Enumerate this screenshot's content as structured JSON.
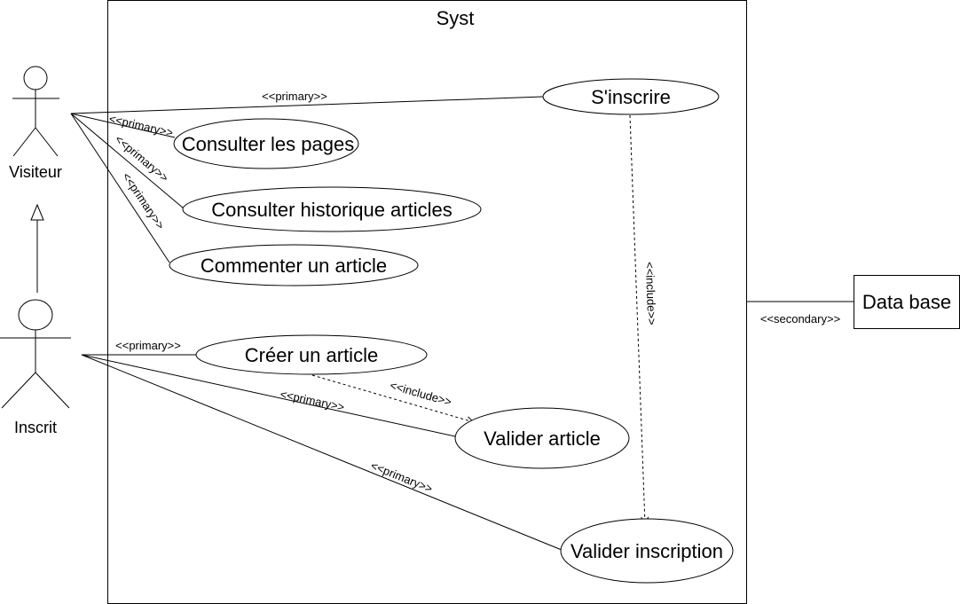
{
  "system": {
    "title": "Syst"
  },
  "actors": {
    "visiteur": "Visiteur",
    "inscrit": "Inscrit"
  },
  "external": {
    "database": "Data base"
  },
  "use_cases": {
    "sinscrire": "S'inscrire",
    "consulter_pages": "Consulter les pages",
    "consulter_historique": "Consulter historique articles",
    "commenter": "Commenter un article",
    "creer_article": "Créer un article",
    "valider_article": "Valider article",
    "valider_inscription": "Valider inscription"
  },
  "stereotypes": {
    "primary": "<<primary>>",
    "include": "<<include>>",
    "secondary": "<<secondary>>"
  }
}
